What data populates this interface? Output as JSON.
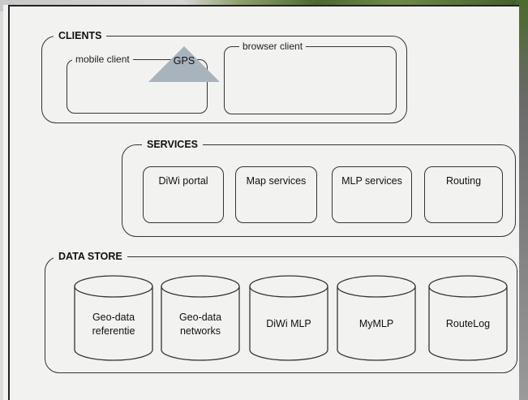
{
  "clients": {
    "title": "CLIENTS",
    "mobile_label": "mobile client",
    "gps_label": "GPS",
    "browser_label": "browser client"
  },
  "services": {
    "title": "SERVICES",
    "items": [
      "DiWi portal",
      "Map services",
      "MLP services",
      "Routing"
    ]
  },
  "datastore": {
    "title": "DATA STORE",
    "items": [
      {
        "line1": "Geo-data",
        "line2": "referentie"
      },
      {
        "line1": "Geo-data",
        "line2": "networks"
      },
      {
        "line1": "DiWi MLP",
        "line2": ""
      },
      {
        "line1": "MyMLP",
        "line2": ""
      },
      {
        "line1": "RouteLog",
        "line2": ""
      }
    ]
  },
  "colors": {
    "gps_triangle": "#a9b3bd",
    "line": "#333333",
    "paper": "#f2f2f0"
  }
}
